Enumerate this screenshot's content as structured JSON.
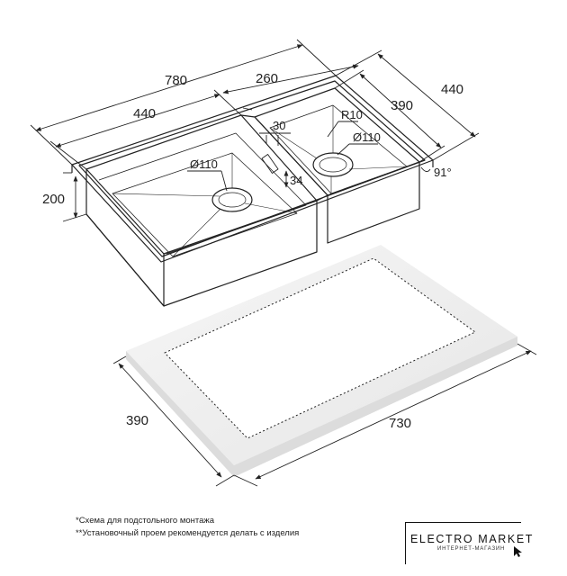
{
  "dimensions": {
    "overall_length": "780",
    "overall_width": "440",
    "left_bowl_length": "440",
    "right_bowl_length": "260",
    "right_bowl_width": "390",
    "depth": "200",
    "partition_width": "30",
    "drain_offset": "34",
    "corner_radius": "R10",
    "left_drain": "Ø110",
    "right_drain": "Ø110",
    "angle": "91°",
    "cutout_width": "390",
    "cutout_length": "730"
  },
  "notes": {
    "note1": "*Схема для подстольного монтажа",
    "note2": "**Установочный проем рекомендуется делать с изделия"
  },
  "logo": {
    "name": "ELECTRO MARKET",
    "tagline": "ИНТЕРНЕТ-МАГАЗИН"
  },
  "colors": {
    "line": "#222222",
    "countertop_fill": "#eeeeee"
  }
}
